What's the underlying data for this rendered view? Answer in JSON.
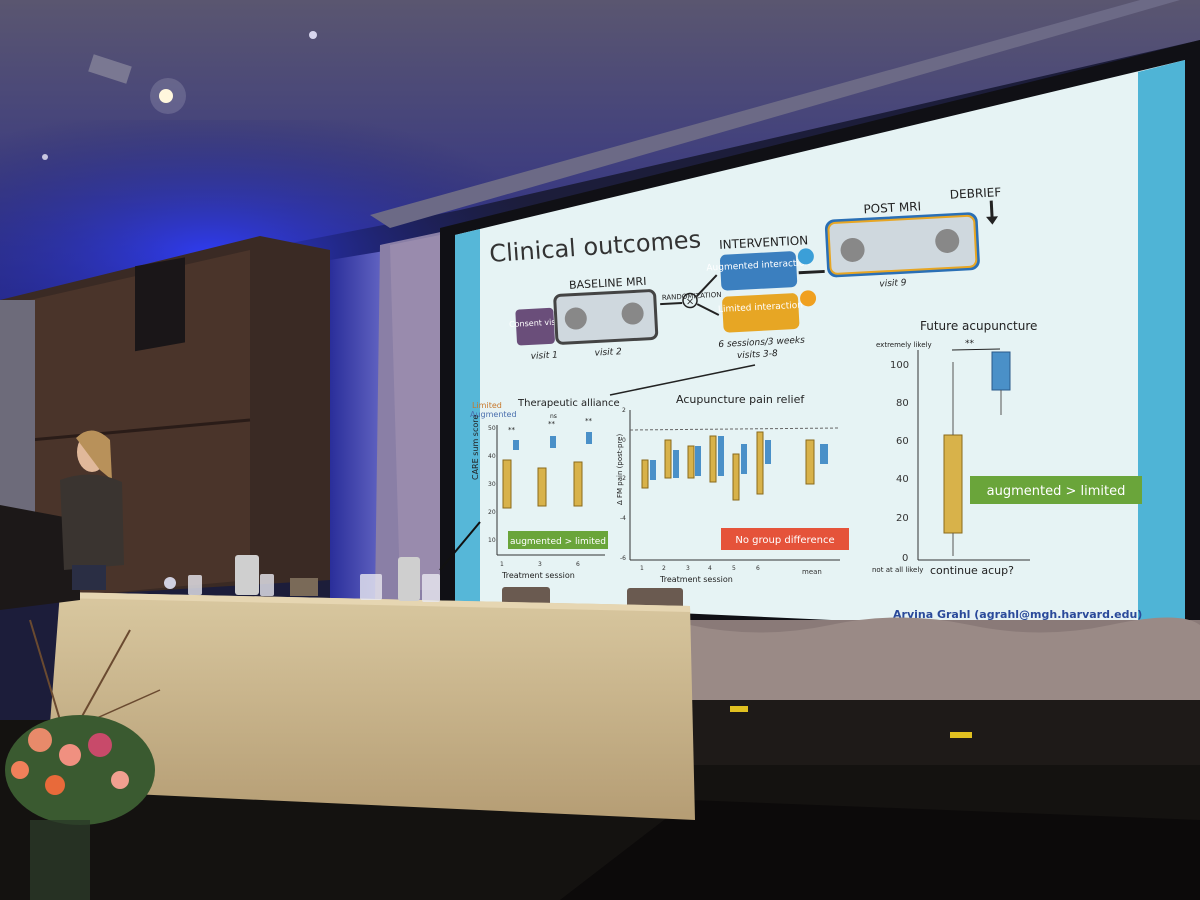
{
  "slide": {
    "title": "Clinical outcomes",
    "workflow": {
      "consent_label": "Consent visit",
      "visit1": "visit 1",
      "baseline_mri": "BASELINE MRI",
      "visit2": "visit 2",
      "randomization": "RANDOMIZATION",
      "intervention": "INTERVENTION",
      "augmented_label": "Augmented interaction",
      "limited_label": "Limited interaction",
      "sessions": "6 sessions/3 weeks",
      "visits_3_8": "visits 3-8",
      "post_mri": "POST MRI",
      "visit9": "visit 9",
      "debrief": "DEBRIEF"
    },
    "legend": {
      "limited": "Limited",
      "augmented": "Augmented"
    },
    "panels": [
      {
        "title": "Therapeutic alliance",
        "ylabel": "CARE sum score",
        "xlabel": "Treatment session",
        "yticks": [
          "10",
          "20",
          "30",
          "40",
          "50"
        ],
        "xticks": [
          "1",
          "3",
          "6"
        ],
        "annotations": [
          "**",
          "**",
          "**",
          "ns"
        ],
        "result": "augmented > limited"
      },
      {
        "title": "Acupuncture pain relief",
        "ylabel": "Δ FM pain (post-pre)",
        "xlabel": "Treatment session",
        "yticks": [
          "2",
          "0",
          "-2",
          "-4",
          "-6"
        ],
        "xticks": [
          "1",
          "2",
          "3",
          "4",
          "5",
          "6",
          "mean"
        ],
        "result": "No group difference"
      },
      {
        "title": "Future acupuncture",
        "ytop_label": "extremely likely",
        "ybottom_label": "not at all likely",
        "yticks": [
          "100",
          "80",
          "60",
          "40",
          "20",
          "0"
        ],
        "xlabel": "continue acup?",
        "annotation": "**",
        "result": "augmented > limited"
      }
    ],
    "credit": "Arvina Grahl (agrahl@mgh.harvard.edu)"
  },
  "colors": {
    "limited": "#d8b24a",
    "augmented": "#4a90c8",
    "result_green": "#6aa53a",
    "result_red": "#e5533a"
  }
}
